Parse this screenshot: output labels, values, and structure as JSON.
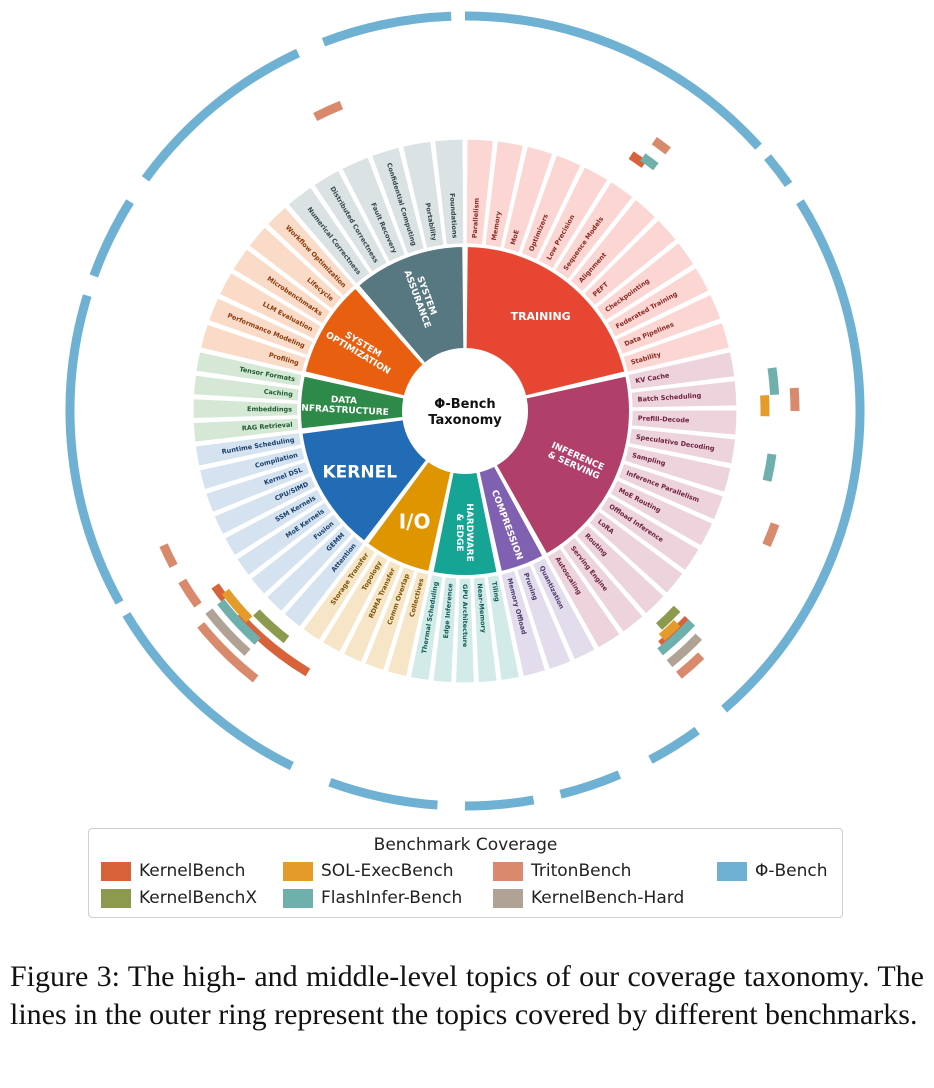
{
  "center": {
    "line1": "Φ-Bench",
    "line2": "Taxonomy"
  },
  "categories": [
    {
      "id": "training",
      "label": [
        "TRAINING"
      ],
      "color": "#e64632",
      "light": "#fcd6d3",
      "dark": "#8a2a22",
      "topics": [
        "Parallelism",
        "Memory",
        "MoE",
        "Optimizers",
        "Low Precision",
        "Sequence Models",
        "Alignment",
        "PEFT",
        "Checkpointing",
        "Federated Training",
        "Data Pipelines",
        "Stability"
      ]
    },
    {
      "id": "inference",
      "label": [
        "INFERENCE",
        "& SERVING"
      ],
      "color": "#b0406a",
      "light": "#ecd3dc",
      "dark": "#6e2140",
      "topics": [
        "KV Cache",
        "Batch Scheduling",
        "Prefill-Decode",
        "Speculative Decoding",
        "Sampling",
        "Inference Parallelism",
        "MoE Routing",
        "Offload Inference",
        "LoRA",
        "Routing",
        "Serving Engine",
        "Autoscaling"
      ]
    },
    {
      "id": "compression",
      "label": [
        "COMPRESSION"
      ],
      "color": "#8060b0",
      "light": "#e2dcec",
      "dark": "#4c3a6c",
      "topics": [
        "Quantization",
        "Pruning",
        "Memory Offload"
      ]
    },
    {
      "id": "hardware",
      "label": [
        "HARDWARE",
        "& EDGE"
      ],
      "color": "#16a594",
      "light": "#d2ebe8",
      "dark": "#105e56",
      "topics": [
        "Tiling",
        "Near-Memory",
        "GPU Architecture",
        "Edge Inference",
        "Thermal Scheduling"
      ]
    },
    {
      "id": "io",
      "label": [
        "I/O"
      ],
      "color": "#df9500",
      "light": "#f7e5c8",
      "dark": "#7a5400",
      "topics": [
        "Collectives",
        "Comm Overlap",
        "RDMA Transfer",
        "Topology",
        "Storage Transfer"
      ]
    },
    {
      "id": "kernel",
      "label": [
        "KERNEL"
      ],
      "color": "#226bb5",
      "light": "#d5e2f0",
      "dark": "#18406c",
      "topics": [
        "Attention",
        "GEMM",
        "Fusion",
        "MoE Kernels",
        "SSM Kernels",
        "CPU/SIMD",
        "Kernel DSL",
        "Compilation",
        "Runtime Scheduling"
      ]
    },
    {
      "id": "data",
      "label": [
        "DATA",
        "INFRASTRUCTURE"
      ],
      "color": "#2e8a48",
      "light": "#d5e8d5",
      "dark": "#1d5a2e",
      "topics": [
        "RAG Retrieval",
        "Embeddings",
        "Caching",
        "Tensor Formats"
      ]
    },
    {
      "id": "sysopt",
      "label": [
        "SYSTEM",
        "OPTIMIZATION"
      ],
      "color": "#e85f10",
      "light": "#fadbc8",
      "dark": "#8a3a08",
      "topics": [
        "Profiling",
        "Performance Modeling",
        "LLM Evaluation",
        "Microbenchmarks",
        "Lifecycle",
        "Workflow Optimization"
      ]
    },
    {
      "id": "sysassur",
      "label": [
        "SYSTEM",
        "ASSURANCE"
      ],
      "color": "#577880",
      "light": "#dbe2e3",
      "dark": "#33484d",
      "topics": [
        "Numerical Correctness",
        "Distributed Correctness",
        "Fault Recovery",
        "Confidential Computing",
        "Portability",
        "Foundations"
      ]
    }
  ],
  "legend": {
    "title": "Benchmark Coverage",
    "items": [
      {
        "label": "KernelBench",
        "color": "#d8623a"
      },
      {
        "label": "SOL-ExecBench",
        "color": "#e49b2a"
      },
      {
        "label": "TritonBench",
        "color": "#d98a6c"
      },
      {
        "label": "Φ-Bench",
        "color": "#6eb1d2"
      },
      {
        "label": "KernelBenchX",
        "color": "#8c9a4e"
      },
      {
        "label": "FlashInfer-Bench",
        "color": "#6fb0ac"
      },
      {
        "label": "KernelBench-Hard",
        "color": "#b0a294"
      }
    ]
  },
  "caption": "Figure 3: The high- and middle-level topics of our coverage taxonomy. The lines in the outer ring represent the topics covered by different benchmarks."
}
